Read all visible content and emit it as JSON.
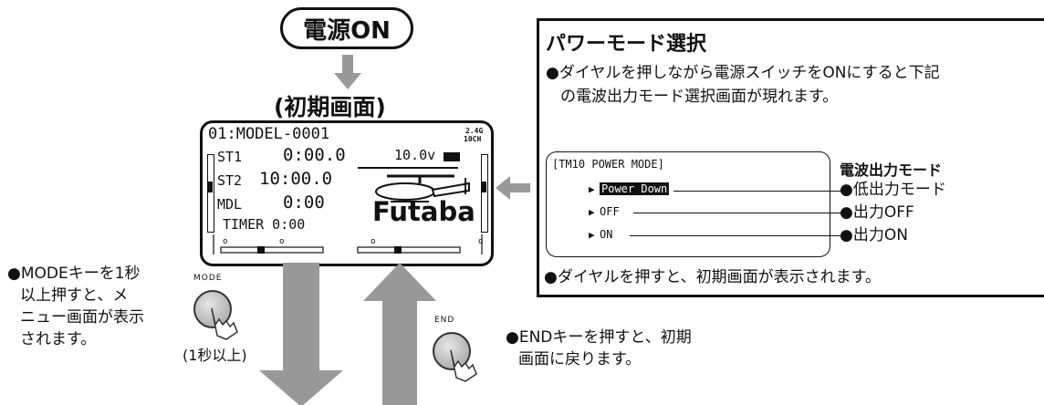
{
  "header": {
    "power_on": "電源ON",
    "initial_screen": "(初期画面)"
  },
  "lcd": {
    "model": "01:MODEL-0001",
    "band": "2.4G",
    "channels": "10CH",
    "voltage": "10.0v",
    "rows": [
      {
        "label": "ST1",
        "value": "0:00.0"
      },
      {
        "label": "ST2",
        "value": "10:00.0"
      },
      {
        "label": "MDL",
        "value": "0:00"
      }
    ],
    "timer": "TIMER 0:00",
    "brand": "Futaba"
  },
  "left_note": {
    "lines": [
      "●MODEキーを1秒",
      "以上押すと、メ",
      "ニュー画面が表示",
      "されます。"
    ],
    "hold": "(1秒以上)",
    "key_label": "MODE"
  },
  "right_note": {
    "lines": [
      "●ENDキーを押すと、初期",
      "画面に戻ります。"
    ],
    "key_label": "END"
  },
  "panel": {
    "title": "パワーモード選択",
    "desc": [
      "●ダイヤルを押しながら電源スイッチをONにすると下記",
      "の電波出力モード選択画面が現れます。"
    ],
    "screen_title": "[TM10 POWER MODE]",
    "options": [
      "Power Down",
      "OFF",
      "ON"
    ],
    "mode_heading": "電波出力モード",
    "modes": [
      "●低出力モード",
      "●出力OFF",
      "●出力ON"
    ],
    "footer": "●ダイヤルを押すと、初期画面が表示されます。"
  }
}
